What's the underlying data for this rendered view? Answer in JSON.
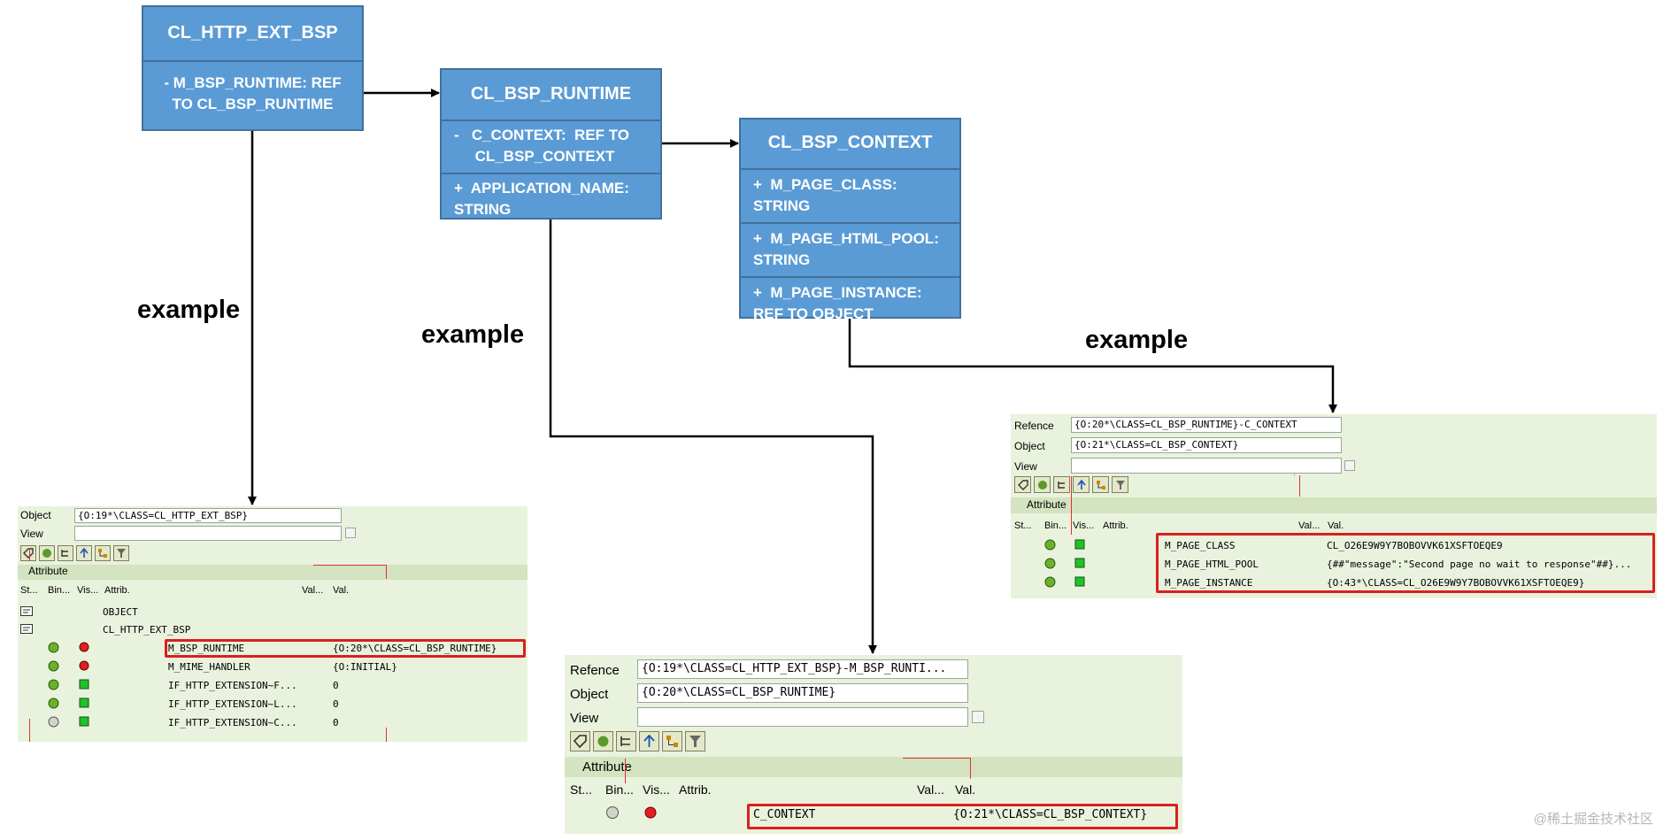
{
  "boxes": {
    "http_ext": {
      "title": "CL_HTTP_EXT_BSP",
      "rows": [
        "- M_BSP_RUNTIME: REF\nTO CL_BSP_RUNTIME"
      ]
    },
    "runtime": {
      "title": "CL_BSP_RUNTIME",
      "rows": [
        "-   C_CONTEXT:  REF TO\n     CL_BSP_CONTEXT",
        "+  APPLICATION_NAME:\nSTRING"
      ]
    },
    "context": {
      "title": "CL_BSP_CONTEXT",
      "rows": [
        "+  M_PAGE_CLASS:\nSTRING",
        "+  M_PAGE_HTML_POOL:\nSTRING",
        "+  M_PAGE_INSTANCE:\nREF TO OBJECT"
      ]
    }
  },
  "labels": {
    "ex1": "example",
    "ex2": "example",
    "ex3": "example"
  },
  "panel1": {
    "object_label": "Object",
    "object_value": "{O:19*\\CLASS=CL_HTTP_EXT_BSP}",
    "view_label": "View",
    "view_value": "",
    "section": "Attribute",
    "headers": [
      "St...",
      "Bin...",
      "Vis...",
      "Attrib.",
      "Val...",
      "Val."
    ],
    "rows": [
      {
        "name": "OBJECT",
        "value": ""
      },
      {
        "name": "CL_HTTP_EXT_BSP",
        "value": ""
      },
      {
        "name": "M_BSP_RUNTIME",
        "value": "{O:20*\\CLASS=CL_BSP_RUNTIME}"
      },
      {
        "name": "M_MIME_HANDLER",
        "value": "{O:INITIAL}"
      },
      {
        "name": "IF_HTTP_EXTENSION~F...",
        "value": "0"
      },
      {
        "name": "IF_HTTP_EXTENSION~L...",
        "value": "0"
      },
      {
        "name": "IF_HTTP_EXTENSION~C...",
        "value": "0"
      }
    ]
  },
  "panel2": {
    "ref_label": "Refence",
    "ref_value": "{O:19*\\CLASS=CL_HTTP_EXT_BSP}-M_BSP_RUNTI...",
    "object_label": "Object",
    "object_value": "{O:20*\\CLASS=CL_BSP_RUNTIME}",
    "view_label": "View",
    "view_value": "",
    "section": "Attribute",
    "headers": [
      "St...",
      "Bin...",
      "Vis...",
      "Attrib.",
      "Val...",
      "Val."
    ],
    "rows": [
      {
        "name": "C_CONTEXT",
        "value": "{O:21*\\CLASS=CL_BSP_CONTEXT}"
      }
    ]
  },
  "panel3": {
    "ref_label": "Refence",
    "ref_value": "{O:20*\\CLASS=CL_BSP_RUNTIME}-C_CONTEXT",
    "object_label": "Object",
    "object_value": "{O:21*\\CLASS=CL_BSP_CONTEXT}",
    "view_label": "View",
    "view_value": "",
    "section": "Attribute",
    "headers": [
      "St...",
      "Bin...",
      "Vis...",
      "Attrib.",
      "Val...",
      "Val."
    ],
    "rows": [
      {
        "name": "M_PAGE_CLASS",
        "value": "CL_O26E9W9Y7BOBOVVK61XSFTOEQE9"
      },
      {
        "name": "M_PAGE_HTML_POOL",
        "value": "{##\"message\":\"Second page no wait to response\"##}..."
      },
      {
        "name": "M_PAGE_INSTANCE",
        "value": "{O:43*\\CLASS=CL_O26E9W9Y7BOBOVVK61XSFTOEQE9}"
      }
    ]
  },
  "toolbar_icons": [
    "tag-icon",
    "refresh-icon",
    "tree-icon",
    "arrow-icon",
    "hierarchy-icon",
    "filter-icon"
  ],
  "colors": {
    "uml_fill": "#5b9bd5",
    "uml_border": "#41719c",
    "panel_bg": "#e9f2dd",
    "highlight": "#d9201f"
  },
  "watermark": "@稀土掘金技术社区"
}
